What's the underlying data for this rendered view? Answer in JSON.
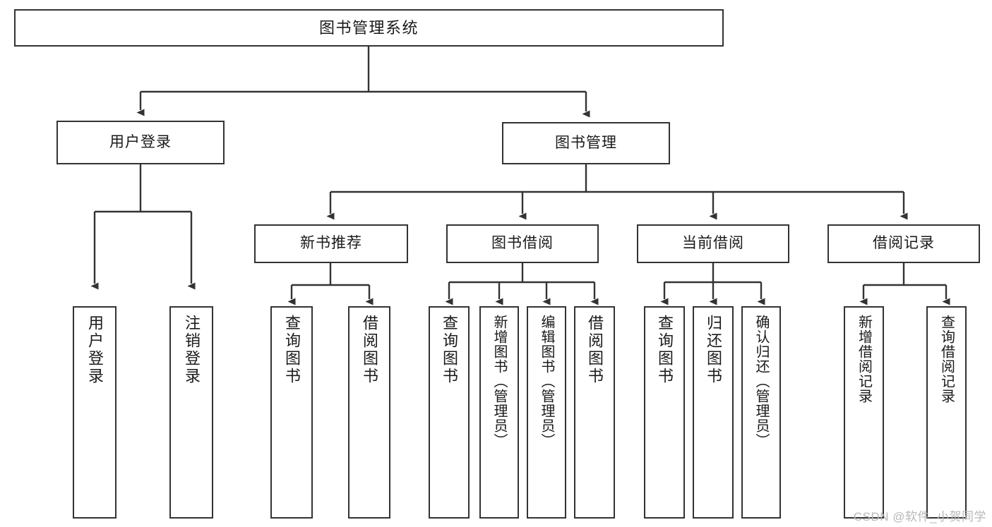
{
  "diagram": {
    "title": "图书管理系统",
    "type": "tree",
    "orientation": "top-down",
    "style": {
      "box_border": "#333333",
      "box_fill": "#ffffff",
      "edge_color": "#333333",
      "text_color": "#1a1a1a",
      "background": "#ffffff"
    },
    "root": {
      "id": "root",
      "label": "图书管理系统"
    },
    "level1": [
      {
        "id": "user-login",
        "label": "用户登录"
      },
      {
        "id": "book-manage",
        "label": "图书管理"
      }
    ],
    "level2": [
      {
        "id": "new-book-rec",
        "label": "新书推荐",
        "parent": "book-manage"
      },
      {
        "id": "book-borrow",
        "label": "图书借阅",
        "parent": "book-manage"
      },
      {
        "id": "current-borrow",
        "label": "当前借阅",
        "parent": "book-manage"
      },
      {
        "id": "borrow-record",
        "label": "借阅记录",
        "parent": "book-manage"
      }
    ],
    "leaves": [
      {
        "id": "leaf-user-login",
        "label": "用户登录",
        "parent": "user-login"
      },
      {
        "id": "leaf-user-logout",
        "label": "注销登录",
        "parent": "user-login"
      },
      {
        "id": "leaf-query-book-1",
        "label": "查询图书",
        "parent": "new-book-rec"
      },
      {
        "id": "leaf-borrow-book-1",
        "label": "借阅图书",
        "parent": "new-book-rec"
      },
      {
        "id": "leaf-query-book-2",
        "label": "查询图书",
        "parent": "book-borrow"
      },
      {
        "id": "leaf-add-book",
        "label": "新增图书（管理员）",
        "parent": "book-borrow"
      },
      {
        "id": "leaf-edit-book",
        "label": "编辑图书（管理员）",
        "parent": "book-borrow"
      },
      {
        "id": "leaf-borrow-book-2",
        "label": "借阅图书",
        "parent": "book-borrow"
      },
      {
        "id": "leaf-query-book-3",
        "label": "查询图书",
        "parent": "current-borrow"
      },
      {
        "id": "leaf-return-book",
        "label": "归还图书",
        "parent": "current-borrow"
      },
      {
        "id": "leaf-confirm-return",
        "label": "确认归还（管理员）",
        "parent": "current-borrow"
      },
      {
        "id": "leaf-add-record",
        "label": "新增借阅记录",
        "parent": "borrow-record"
      },
      {
        "id": "leaf-query-record",
        "label": "查询借阅记录",
        "parent": "borrow-record"
      }
    ]
  },
  "watermark": {
    "text": "CSDN @软件_小贺同学"
  }
}
